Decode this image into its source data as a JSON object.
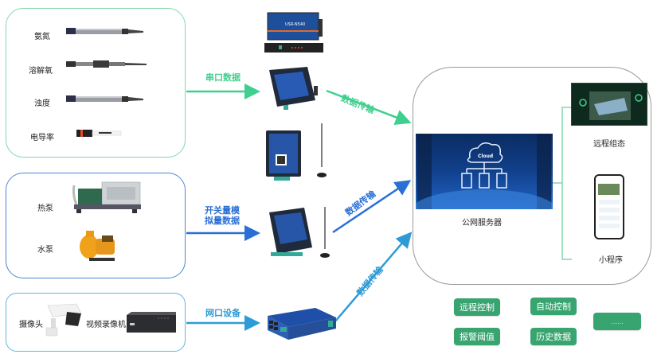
{
  "sensors_group": {
    "items": [
      {
        "label": "氨氮",
        "icon": "ammonia-probe-icon"
      },
      {
        "label": "溶解氧",
        "icon": "dissolved-oxygen-probe-icon"
      },
      {
        "label": "浊度",
        "icon": "turbidity-probe-icon"
      },
      {
        "label": "电导率",
        "icon": "conductivity-probe-icon"
      }
    ]
  },
  "pumps_group": {
    "items": [
      {
        "label": "热泵",
        "icon": "heat-pump-icon"
      },
      {
        "label": "水泵",
        "icon": "water-pump-icon"
      }
    ]
  },
  "video_group": {
    "camera_label": "摄像头",
    "recorder_label": "视频录像机"
  },
  "links": {
    "serial": "串口数据",
    "io_line1": "开关量模",
    "io_line2": "拟量数据",
    "network": "网口设备",
    "transfer": "数据传输"
  },
  "devices": {
    "serial_server_brand": "USR-N540"
  },
  "server": {
    "label": "公网服务器",
    "cloud_text": "Cloud"
  },
  "clients": {
    "scada_label": "远程组态",
    "miniapp_label": "小程序"
  },
  "features": {
    "buttons": [
      "远程控制",
      "自动控制",
      "报警阈值",
      "历史数据",
      "......"
    ]
  },
  "colors": {
    "green": "#3fcf8e",
    "blue": "#2a6fd6",
    "cyan": "#2e9bd6",
    "button": "#38a46f"
  }
}
